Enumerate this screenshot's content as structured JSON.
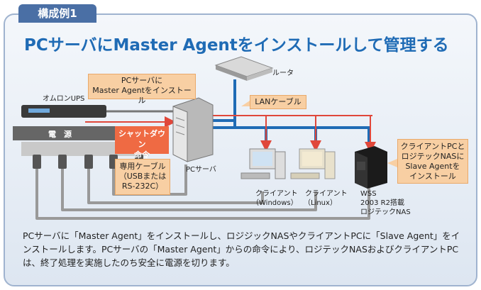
{
  "header": {
    "tab_label": "構成例1",
    "title": "PCサーバにMaster Agentをインストールして管理する"
  },
  "labels": {
    "router": "ルータ",
    "lan_cable": "LANケーブル",
    "ups": "オムロンUPS",
    "power": "電　源",
    "pc_server": "PCサーバ",
    "client_windows_1": "クライアント",
    "client_windows_2": "（Windows）",
    "client_linux_1": "クライアント",
    "client_linux_2": "（Linux）",
    "wss_1": "WSS",
    "wss_2": "2003 R2搭載",
    "wss_3": "ロジテックNAS"
  },
  "callouts": {
    "install_1": "PCサーバに",
    "install_2": "Master Agentをインストール",
    "shutdown_1": "シャットダウン",
    "shutdown_2": "命令",
    "cable_1": "専用ケーブル",
    "cable_2": "（USBまたは",
    "cable_3": "RS-232C）",
    "slave_1": "クライアントPCと",
    "slave_2": "ロジテックNASに",
    "slave_3": "Slave Agentを",
    "slave_4": "インストール"
  },
  "description": "PCサーバに「Master Agent」をインストールし、ロジジックNASやクライアントPCに「Slave Agent」をインストールします。PCサーバの「Master Agent」からの命令により、ロジテックNASおよびクライアントPCは、終了処理を実施したのち安全に電源を切ります。",
  "colors": {
    "frame": "#9fb3cf",
    "tab": "#4a6fa5",
    "title": "#1f6bb5",
    "lan": "#1f6bb5",
    "power_cable": "#999999",
    "command_arrow": "#e0473a",
    "callout_orange": "#f8cfa3",
    "callout_red": "#ef6a43"
  }
}
